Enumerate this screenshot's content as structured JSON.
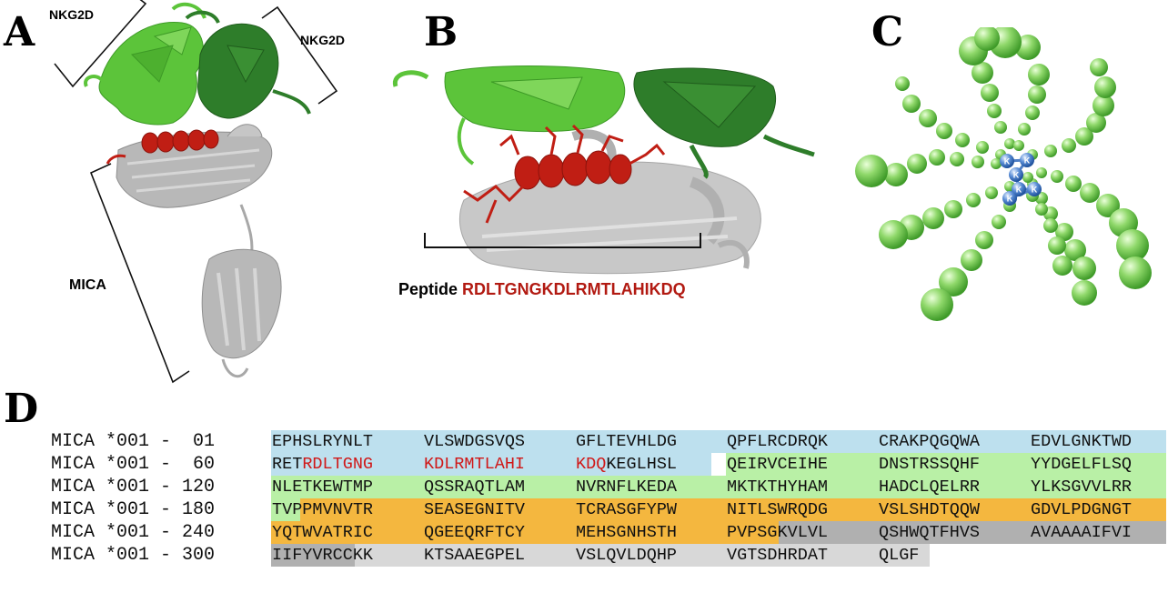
{
  "panels": {
    "a": {
      "letter": "A",
      "nkg2d_left": "NKG2D",
      "nkg2d_right": "NKG2D",
      "mica": "MICA"
    },
    "b": {
      "letter": "B",
      "peptide_label": "Peptide",
      "peptide_seq": "RDLTGNGKDLRMTLAHIKDQ"
    },
    "c": {
      "letter": "C",
      "lysine_glyph": "K"
    },
    "d": {
      "letter": "D"
    }
  },
  "colors": {
    "nkg2d_light": "#5cc43a",
    "nkg2d_dark": "#2e7d2a",
    "mica": "#b8b8b8",
    "peptide": "#c01e14",
    "seq_blue": "#bde0ee",
    "seq_green": "#b9f0a6",
    "seq_orange": "#f4b73f",
    "seq_gray_dark": "#b0b0b0",
    "seq_gray_light": "#d8d8d8",
    "highlight_text": "#d01818"
  },
  "sequence": {
    "rows": [
      {
        "label": "MICA *001 -  01",
        "blocks": [
          {
            "t": "EPHSLRYNLT"
          },
          {
            "t": "VLSWDGSVQS"
          },
          {
            "t": "GFLTEVHLDG"
          },
          {
            "t": "QPFLRCDRQK"
          },
          {
            "t": "CRAKPQGQWA"
          },
          {
            "t": "EDVLGNKTWD"
          }
        ]
      },
      {
        "label": "MICA *001 -  60",
        "blocks": [
          {
            "a": "RET",
            "b": "RDLTGNG"
          },
          {
            "t": "KDLRMTLAHI"
          },
          {
            "b": "KDQ",
            "a": "KEGLHSL"
          },
          {
            "t": "QEIRVCEIHE"
          },
          {
            "t": "DNSTRSSQHF"
          },
          {
            "t": "YYDGELFLSQ"
          }
        ]
      },
      {
        "label": "MICA *001 - 120",
        "blocks": [
          {
            "t": "NLETKEWTMP"
          },
          {
            "t": "QSSRAQTLAM"
          },
          {
            "t": "NVRNFLKEDA"
          },
          {
            "t": "MKTKTHYHAM"
          },
          {
            "t": "HADCLQELRR"
          },
          {
            "t": "YLKSGVVLRR"
          }
        ]
      },
      {
        "label": "MICA *001 - 180",
        "blocks": [
          {
            "t": "TVPPMVNVTR"
          },
          {
            "t": "SEASEGNITV"
          },
          {
            "t": "TCRASGFYPW"
          },
          {
            "t": "NITLSWRQDG"
          },
          {
            "t": "VSLSHDTQQW"
          },
          {
            "t": "GDVLPDGNGT"
          }
        ]
      },
      {
        "label": "MICA *001 - 240",
        "blocks": [
          {
            "t": "YQTWVATRIC"
          },
          {
            "t": "QGEEQRFTCY"
          },
          {
            "t": "MEHSGNHSTH"
          },
          {
            "t": "PVPSGKVLVL"
          },
          {
            "t": "QSHWQTFHVS"
          },
          {
            "t": "AVAAAAIFVI"
          }
        ]
      },
      {
        "label": "MICA *001 - 300",
        "blocks": [
          {
            "t": "IIFYVRCCKK"
          },
          {
            "t": "KTSAAEGPEL"
          },
          {
            "t": "VSLQVLDQHP"
          },
          {
            "t": "VGTSDHRDAT"
          },
          {
            "t": "QLGF"
          }
        ]
      }
    ]
  }
}
